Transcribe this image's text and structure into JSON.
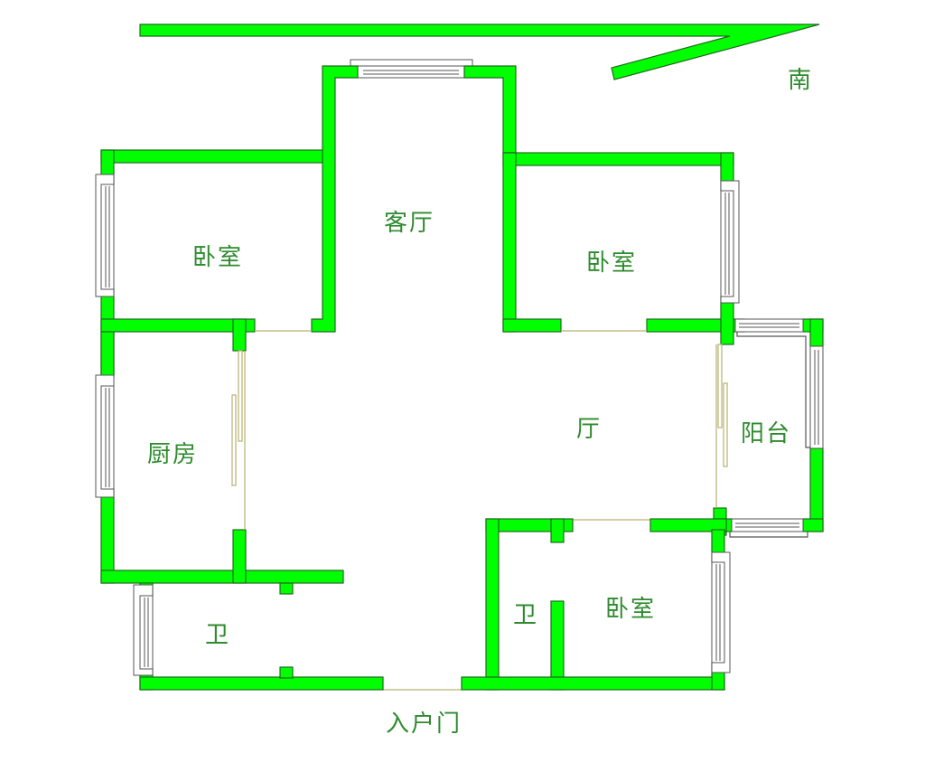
{
  "compass": {
    "direction_label": "南",
    "arrow_color": "#00ff00"
  },
  "rooms": {
    "living_room": "客厅",
    "bedroom_nw": "卧室",
    "bedroom_ne": "卧室",
    "kitchen": "厨房",
    "hall": "厅",
    "balcony": "阳台",
    "bathroom_sw": "卫",
    "bathroom_se": "卫",
    "bedroom_se": "卧室"
  },
  "entrance": {
    "label": "入户门"
  },
  "colors": {
    "wall": "#00ff00",
    "wall_outline": "#1e6b1e",
    "label": "#2e8b2e",
    "door": "#b8b070",
    "window": "#555555"
  }
}
